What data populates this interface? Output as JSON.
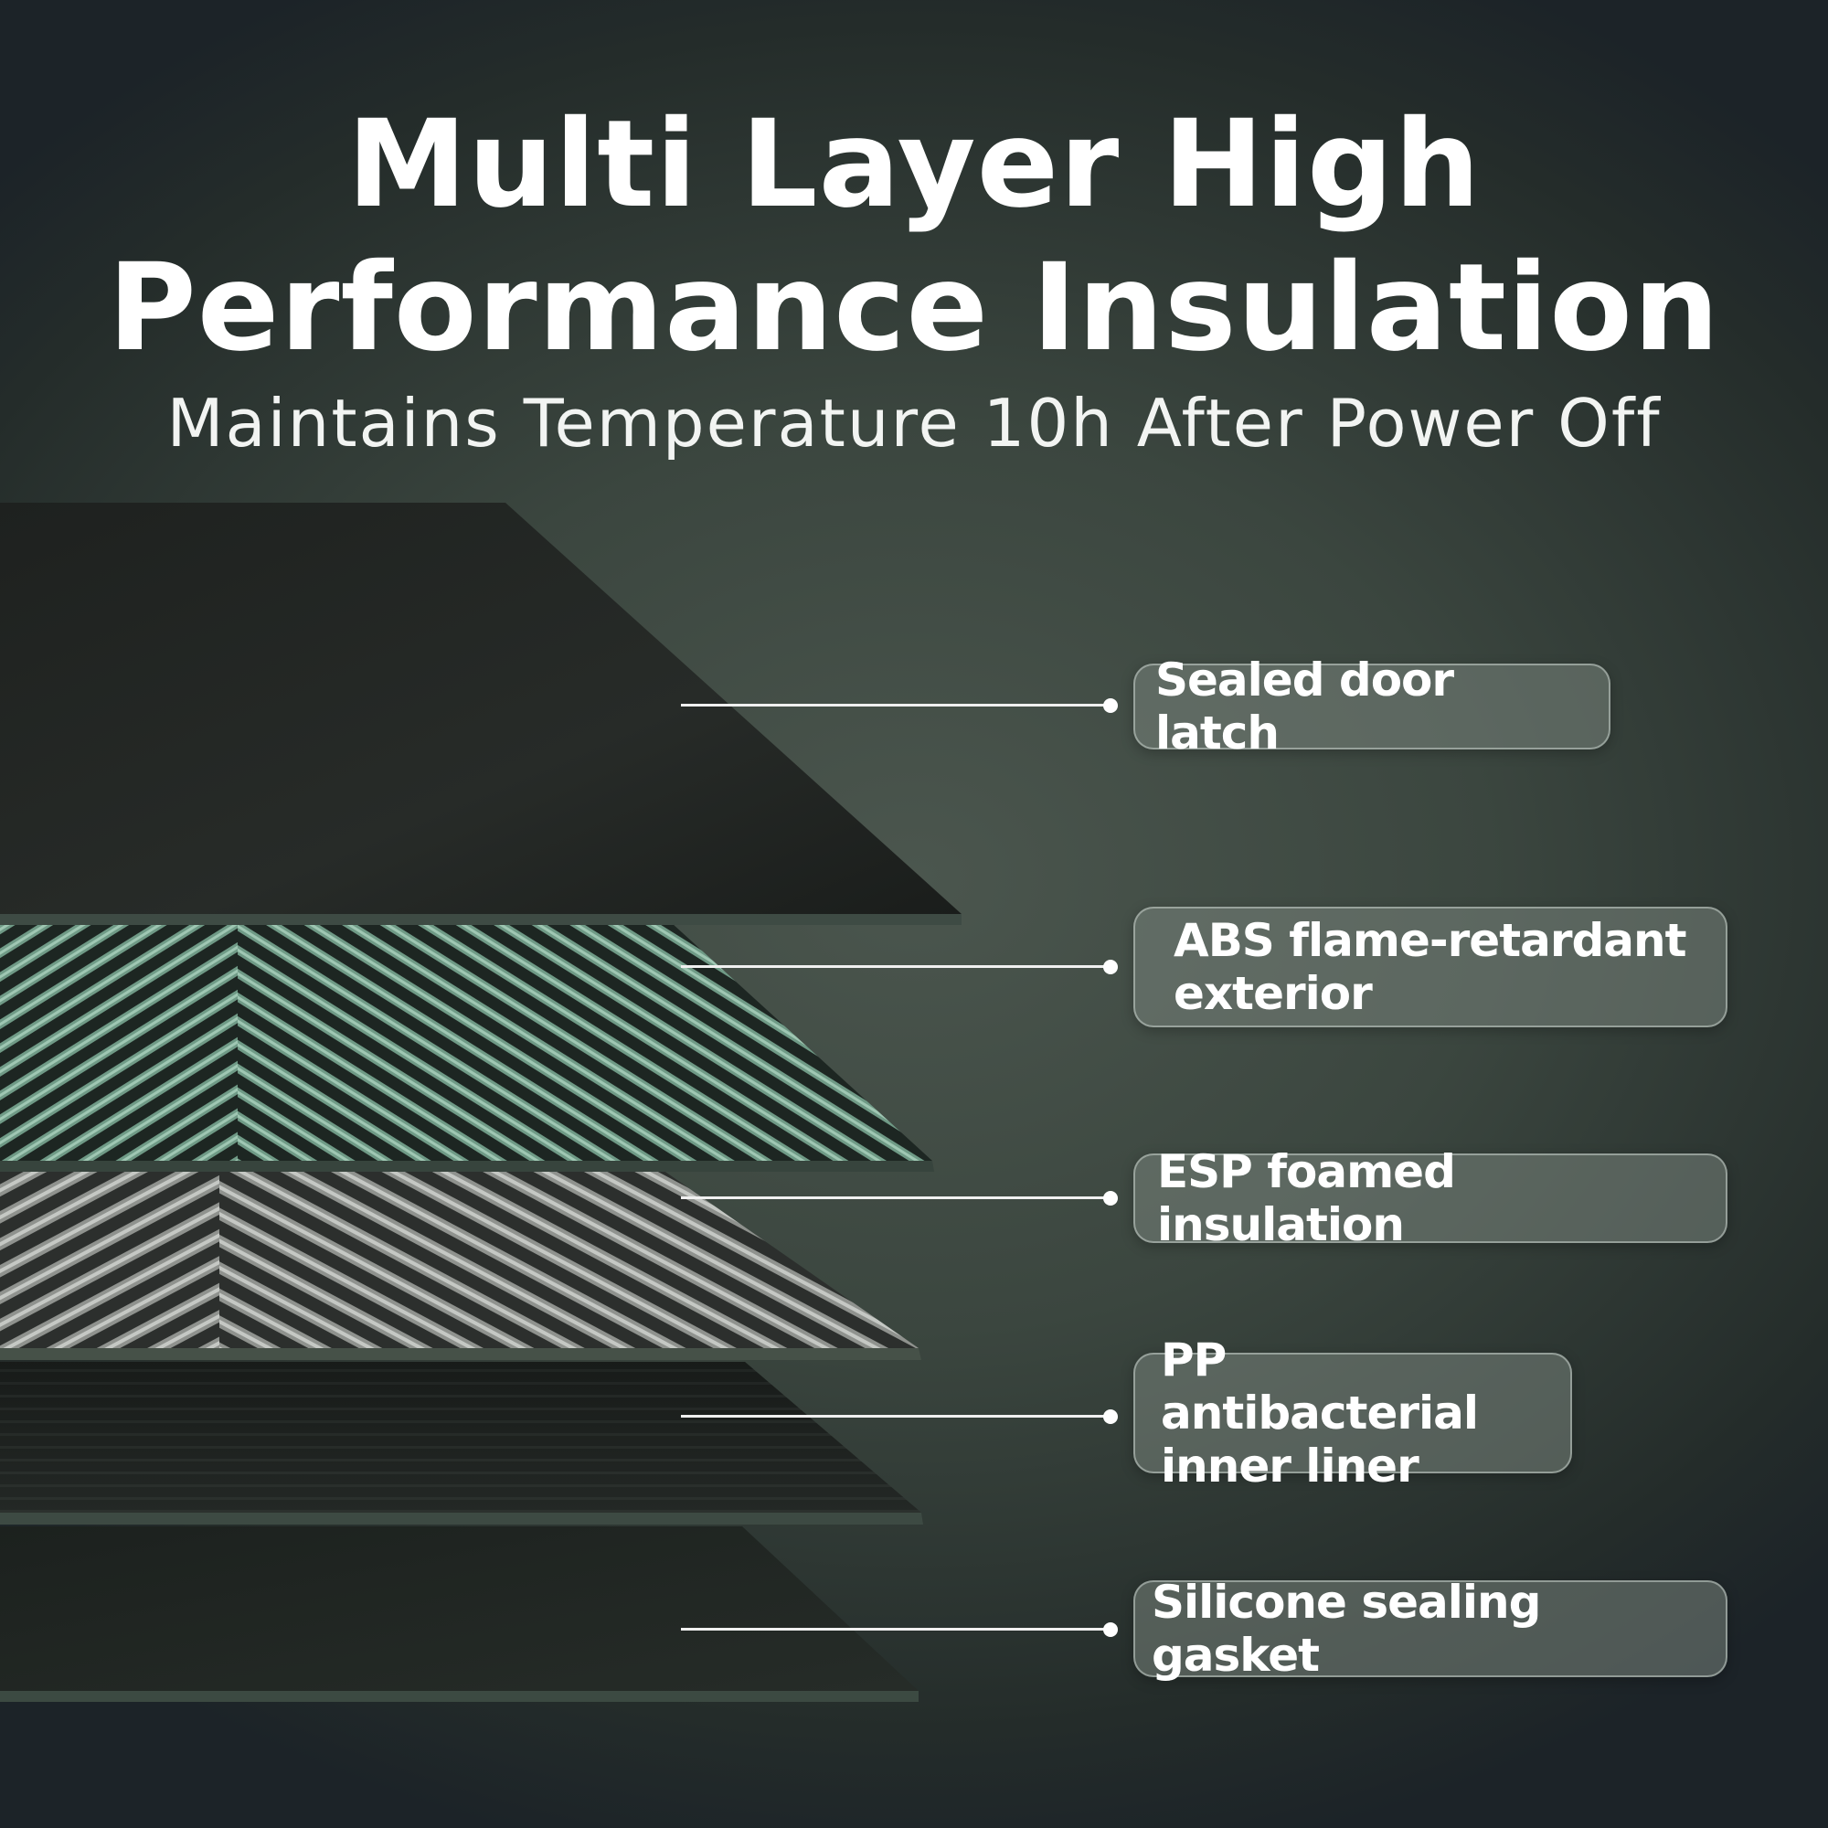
{
  "header": {
    "title_line_1": "Multi Layer High",
    "title_line_2": "Performance Insulation",
    "subtitle": "Maintains Temperature 10h After Power Off"
  },
  "layers": [
    {
      "id": "sealed-door-latch",
      "label_line_1": "Sealed door latch",
      "label_line_2": "",
      "texture": "matte-dark"
    },
    {
      "id": "abs-flame-retardant-exterior",
      "label_line_1": "ABS flame-retardant",
      "label_line_2": "exterior",
      "texture": "green-ribbed"
    },
    {
      "id": "esp-foamed-insulation",
      "label_line_1": "ESP foamed insulation",
      "label_line_2": "",
      "texture": "grey-ribbed"
    },
    {
      "id": "pp-antibacterial-inner-liner",
      "label_line_1": "PP antibacterial",
      "label_line_2": "inner liner",
      "texture": "dark-lined"
    },
    {
      "id": "silicone-sealing-gasket",
      "label_line_1": "Silicone sealing gasket",
      "label_line_2": "",
      "texture": "matte-dark"
    }
  ],
  "colors": {
    "background_center": "#4b564e",
    "background_edge": "#1c2328",
    "text": "#ffffff",
    "ribbed_green": "#7fa894",
    "ribbed_grey": "#a9aca8"
  }
}
